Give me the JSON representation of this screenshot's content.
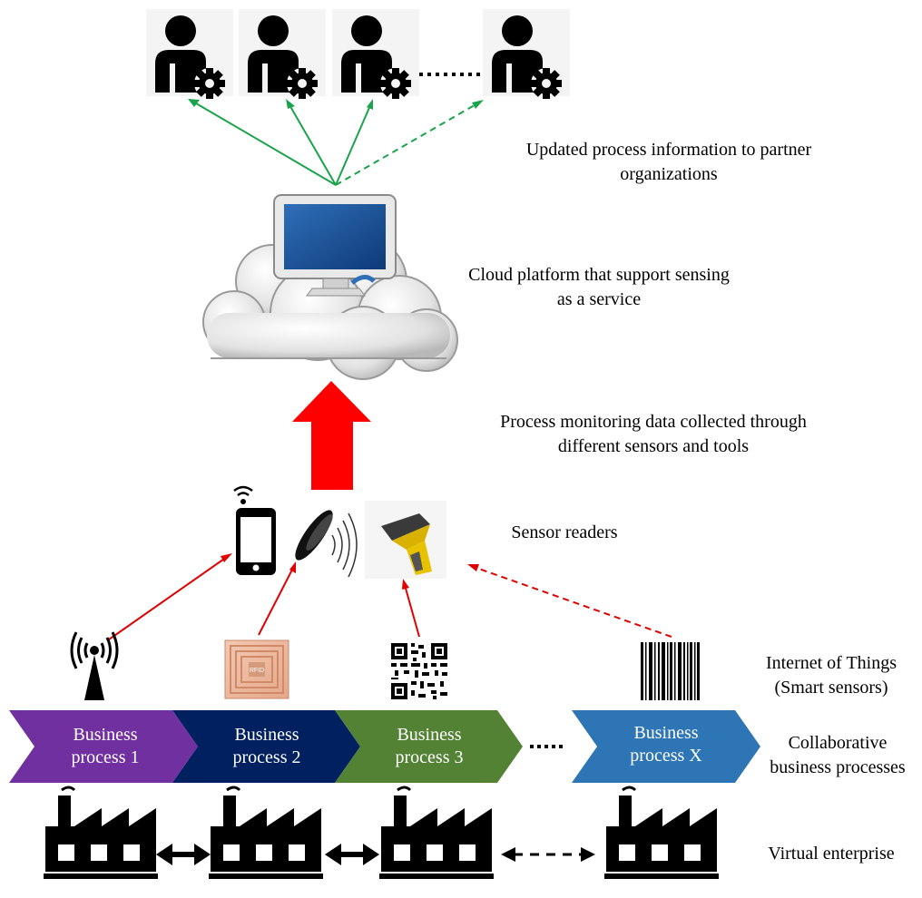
{
  "labels": {
    "partners": "Updated process information to partner organizations",
    "cloud": "Cloud platform that support sensing as a service",
    "collected": "Process monitoring data collected through different sensors and tools",
    "readers": "Sensor readers",
    "iot_line1": "Internet of Things",
    "iot_line2": "(Smart sensors)",
    "collab_line1": "Collaborative",
    "collab_line2": "business processes",
    "virtual": "Virtual enterprise"
  },
  "processes": [
    {
      "line1": "Business",
      "line2": "process 1",
      "color": "#7030a0"
    },
    {
      "line1": "Business",
      "line2": "process 2",
      "color": "#002060"
    },
    {
      "line1": "Business",
      "line2": "process 3",
      "color": "#548235"
    },
    {
      "line1": "Business",
      "line2": "process X",
      "color": "#2e75b6"
    }
  ],
  "rfid_tag_text": "RFID",
  "colors": {
    "partner_arrows": "#1aa34a",
    "sensor_arrows": "#e00000",
    "upload_arrow": "#ff0000",
    "icon": "#000000"
  },
  "icons": [
    "person-gear-icon",
    "monitor-icon",
    "cloud-icon",
    "smartphone-icon",
    "rfid-reader-icon",
    "barcode-scanner-icon",
    "wireless-tower-icon",
    "rfid-tag-icon",
    "qr-code-icon",
    "barcode-icon",
    "factory-icon"
  ]
}
